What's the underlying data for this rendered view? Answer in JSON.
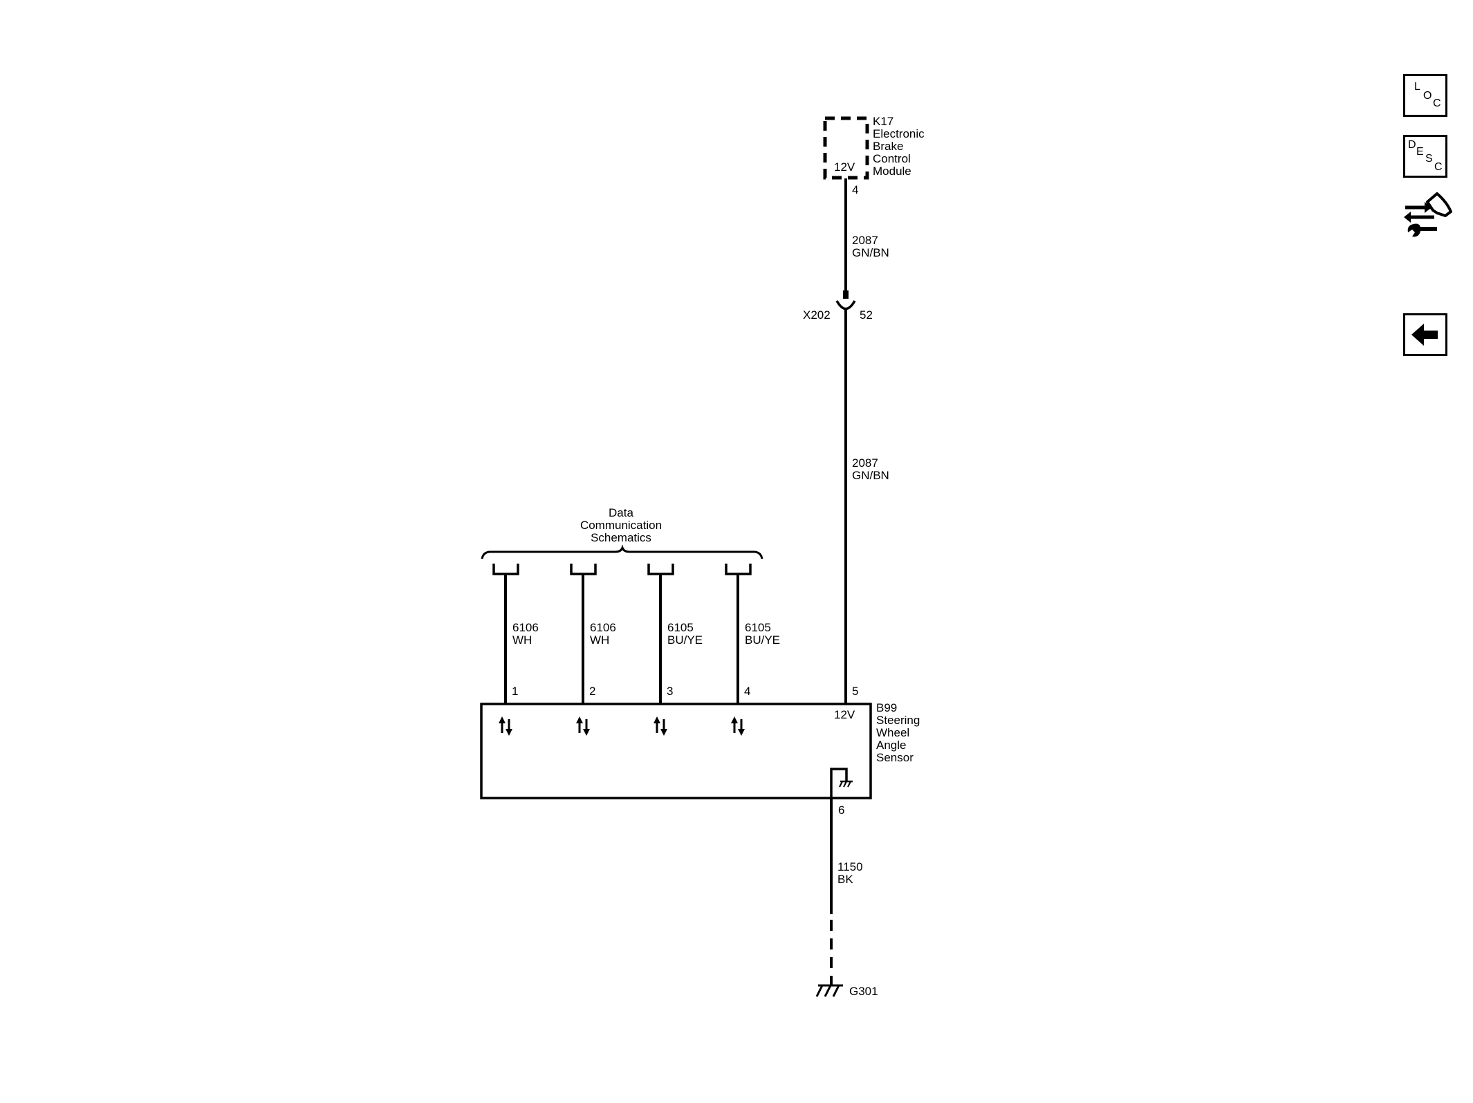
{
  "components": {
    "k17": {
      "designator": "K17",
      "name_lines": [
        "Electronic",
        "Brake",
        "Control",
        "Module"
      ],
      "supply": "12V",
      "pin": "4"
    },
    "b99": {
      "designator": "B99",
      "name_lines": [
        "Steering",
        "Wheel",
        "Angle",
        "Sensor"
      ],
      "supply": "12V",
      "pins": [
        "1",
        "2",
        "3",
        "4",
        "5"
      ],
      "ground_pin": "6"
    },
    "x202": {
      "connector": "X202",
      "pin": "52"
    },
    "g301": {
      "label": "G301"
    }
  },
  "wires": {
    "upper": {
      "circuit": "2087",
      "color": "GN/BN"
    },
    "lower": {
      "circuit": "2087",
      "color": "GN/BN"
    },
    "ground": {
      "circuit": "1150",
      "color": "BK"
    },
    "data": [
      {
        "circuit": "6106",
        "color": "WH"
      },
      {
        "circuit": "6106",
        "color": "WH"
      },
      {
        "circuit": "6105",
        "color": "BU/YE"
      },
      {
        "circuit": "6105",
        "color": "BU/YE"
      }
    ]
  },
  "data_link": {
    "lines": [
      "Data",
      "Communication",
      "Schematics"
    ]
  },
  "side_panel": {
    "loc": {
      "letters": [
        "L",
        "O",
        "C"
      ]
    },
    "desc": {
      "letters": [
        "D",
        "E",
        "S",
        "C"
      ]
    },
    "connector_tool_icon": "connector-tool-icon",
    "back_icon": "back-arrow-icon"
  }
}
